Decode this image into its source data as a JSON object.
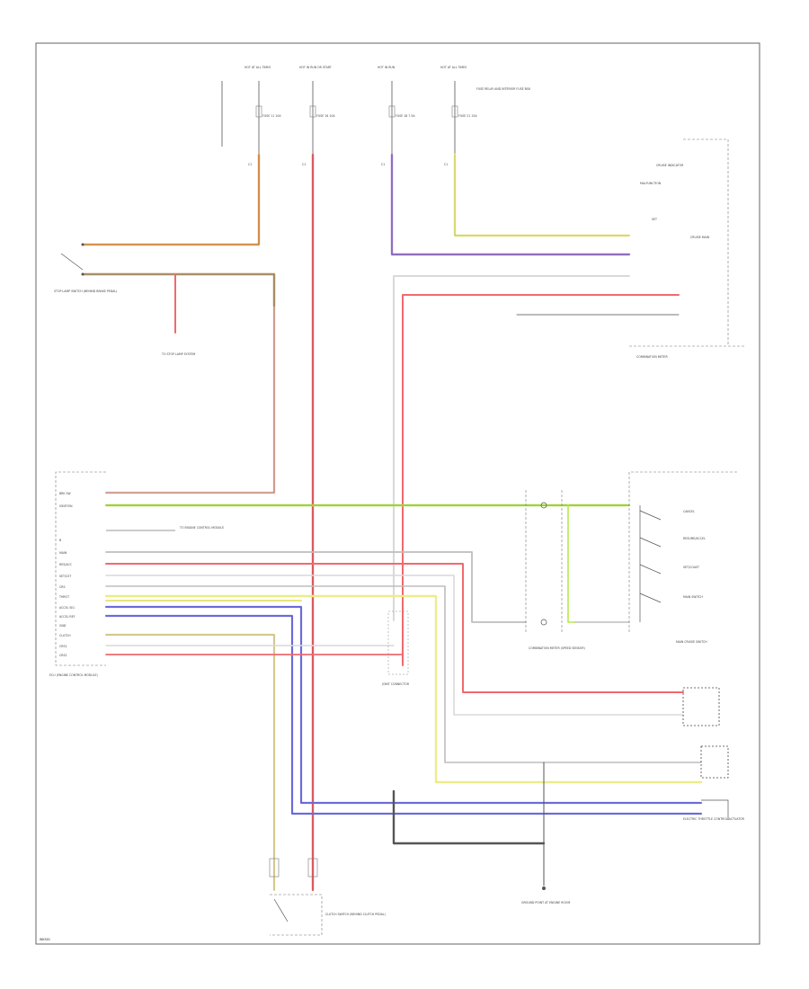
{
  "diagram_id": "WKS01",
  "fuse_heads": [
    {
      "id": "f1",
      "title": "HOT AT ALL TIMES",
      "fuse": "FUSE 11 10A"
    },
    {
      "id": "f2",
      "title": "HOT IN RUN OR START",
      "fuse": "FUSE 16 10A"
    },
    {
      "id": "f3",
      "title": "HOT IN RUN",
      "fuse": "FUSE 18 7.5A"
    },
    {
      "id": "f4",
      "title": "HOT AT ALL TIMES",
      "fuse": "FUSE 21 15A"
    }
  ],
  "fuse_box_note": "FUSE RELAY AND INTERIOR FUSE BOX",
  "components": {
    "stop_light_switch": "STOP LAMP SWITCH (BEHIND BRAKE PEDAL)",
    "stop_lamp_system": "TO STOP LAMP SYSTEM",
    "ecu": "ECU (ENGINE CONTROL MODULE)",
    "combination_meter": "COMBINATION METER",
    "speed_sensor": "COMBINATION METER (SPEED SENSOR)",
    "main_switch": "MAIN CRUISE SWITCH",
    "joint_connector": "JOINT CONNECTOR",
    "clutch_switch": "CLUTCH SWITCH (BEHIND CLUTCH PEDAL)",
    "brake_switch_connector": "ELECTRIC THROTTLE CONTROL ACTUATOR",
    "ground_note": "GROUND POINT AT ENGINE ROOM",
    "to_ecu_note": "TO ENGINE CONTROL MODULE"
  },
  "meter_labels": [
    "MALFUNCTION",
    "CRUISE INDICATOR",
    "SET",
    "CRUISE MAIN"
  ],
  "switch_labels": [
    "CANCEL",
    "RESUME/ACCEL",
    "SET/COAST",
    "MAIN SWITCH"
  ],
  "ecu_pins": [
    "BRK SW",
    "IGNITION",
    "B",
    "MAIN",
    "RES/ACC",
    "SET/CST",
    "CRS",
    "THROT",
    "ACCEL SIG",
    "ACCEL REF",
    "GND",
    "CLUTCH",
    "CRS1",
    "CRS2"
  ],
  "wire_colors": {
    "orange": "#f2a457",
    "tan": "#b8a27a",
    "red": "#f0696e",
    "purple": "#a27fd1",
    "yellow": "#ecec8a",
    "gray": "#bdbdbd",
    "green": "#b8e84d",
    "blue": "#7a7ae8",
    "yellow2": "#e6e67a",
    "black": "#555555"
  }
}
